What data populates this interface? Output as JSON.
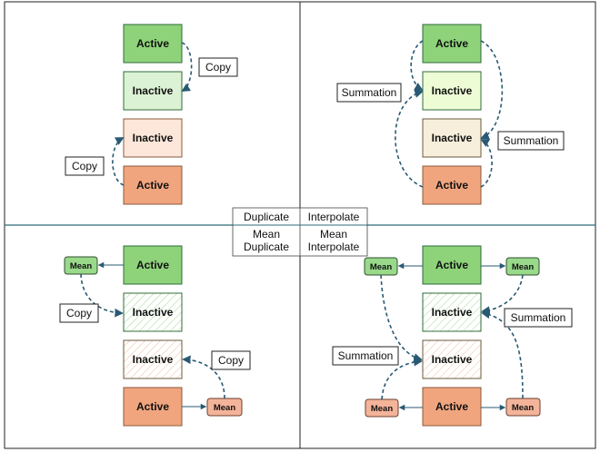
{
  "blocks": {
    "active": "Active",
    "inactive": "Inactive"
  },
  "mean_node": "Mean",
  "arrow_labels": {
    "copy": "Copy",
    "summation": "Summation"
  },
  "center_table": {
    "duplicate": "Duplicate",
    "interpolate": "Interpolate",
    "mean_duplicate_line1": "Mean",
    "mean_duplicate_line2": "Duplicate",
    "mean_interpolate_line1": "Mean",
    "mean_interpolate_line2": "Interpolate"
  },
  "colors": {
    "active_green": "#8ed27a",
    "inactive_green": "#dcf2d4",
    "inactive_lime": "#eefcd6",
    "inactive_beige": "#f7efdb",
    "inactive_peach": "#fde7da",
    "active_orange": "#f0a57e",
    "mean_green": "#98d98a",
    "mean_orange": "#f4b49a",
    "arrow": "#2a5a73",
    "divider": "#2f6b78"
  }
}
